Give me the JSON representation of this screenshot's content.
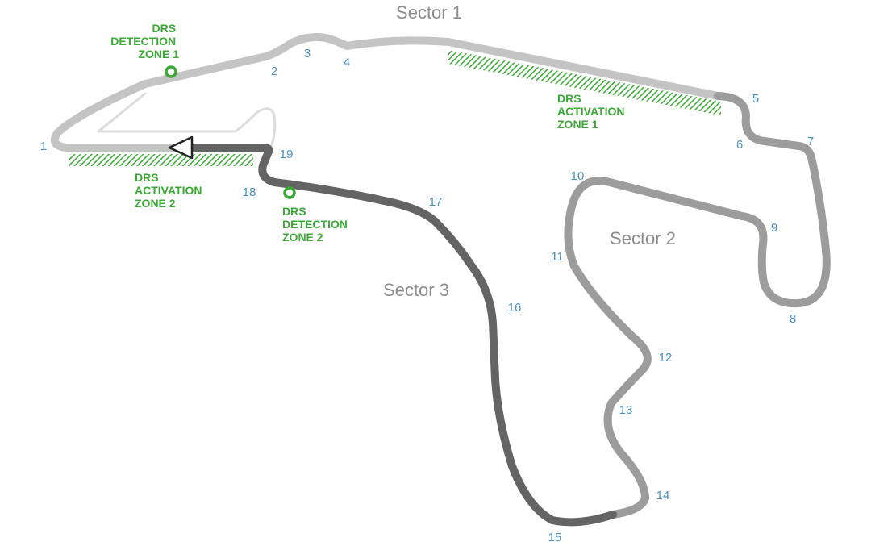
{
  "colors": {
    "sector1": "#c4c4c4",
    "sector2": "#9c9c9c",
    "sector3": "#646464",
    "pitlane": "#dcdcdc",
    "drs": "#3aa935",
    "corner_number": "#4a90c2",
    "sector_label": "#8c8c8c"
  },
  "sectors": {
    "s1": "Sector 1",
    "s2": "Sector 2",
    "s3": "Sector 3"
  },
  "corners": [
    "1",
    "2",
    "3",
    "4",
    "5",
    "6",
    "7",
    "8",
    "9",
    "10",
    "11",
    "12",
    "13",
    "14",
    "15",
    "16",
    "17",
    "18",
    "19"
  ],
  "drs": {
    "detection_1": [
      "DRS",
      "DETECTION",
      "ZONE 1"
    ],
    "activation_1": [
      "DRS",
      "ACTIVATION",
      "ZONE 1"
    ],
    "detection_2": [
      "DRS",
      "DETECTION",
      "ZONE 2"
    ],
    "activation_2": [
      "DRS",
      "ACTIVATION",
      "ZONE 2"
    ]
  },
  "icons": {
    "start_finish": "start-direction-arrow-icon",
    "detection": "drs-detection-point-icon"
  }
}
